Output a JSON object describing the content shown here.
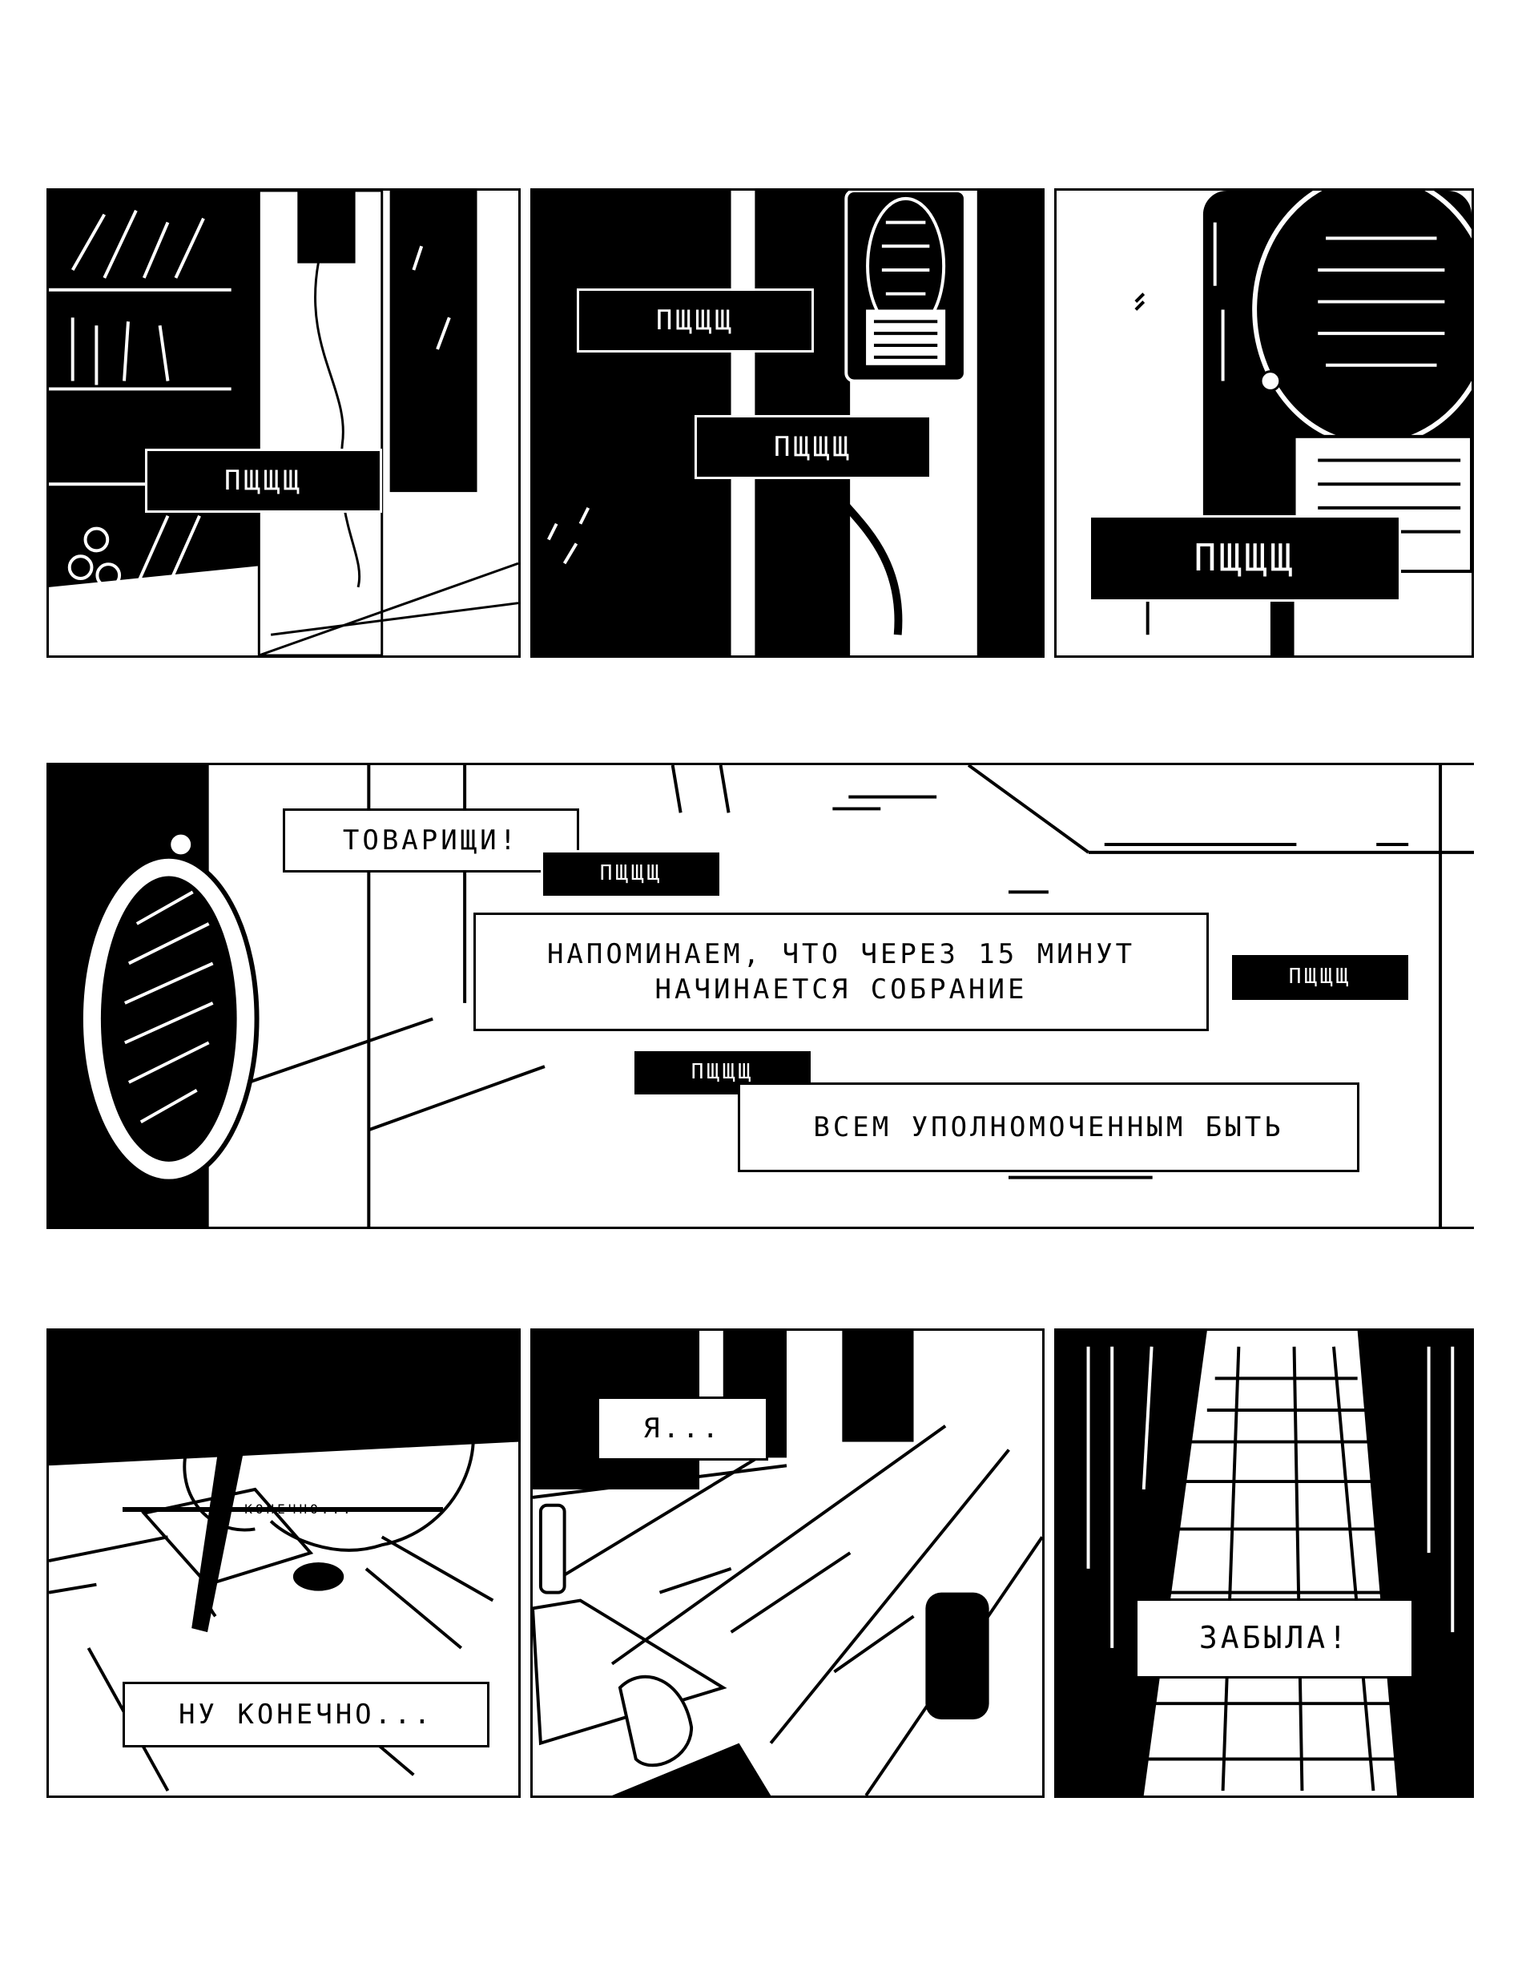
{
  "colors": {
    "ink": "#000000",
    "paper": "#ffffff"
  },
  "row1": {
    "p1": {
      "sfx": "ПЩЩЩ"
    },
    "p2": {
      "sfx_a": "ПЩЩЩ",
      "sfx_b": "ПЩЩЩ"
    },
    "p3": {
      "sfx": "ПЩЩЩ"
    }
  },
  "row2": {
    "p4": {
      "caption_1": "ТОВАРИЩИ!",
      "sfx_1": "ПЩЩЩ",
      "caption_2": "НАПОМИНАЕМ, ЧТО ЧЕРЕЗ 15 МИНУТ\nНАЧИНАЕТСЯ СОБРАНИЕ",
      "sfx_2": "ПЩЩЩ",
      "sfx_3": "ПЩЩЩ",
      "caption_3": "ВСЕМ УПОЛНОМОЧЕННЫМ БЫТЬ"
    }
  },
  "row3": {
    "p5": {
      "caption": "НУ КОНЕЧНО..."
    },
    "p6": {
      "caption": "Я..."
    },
    "p7": {
      "caption": "ЗАБЫЛА!"
    }
  }
}
